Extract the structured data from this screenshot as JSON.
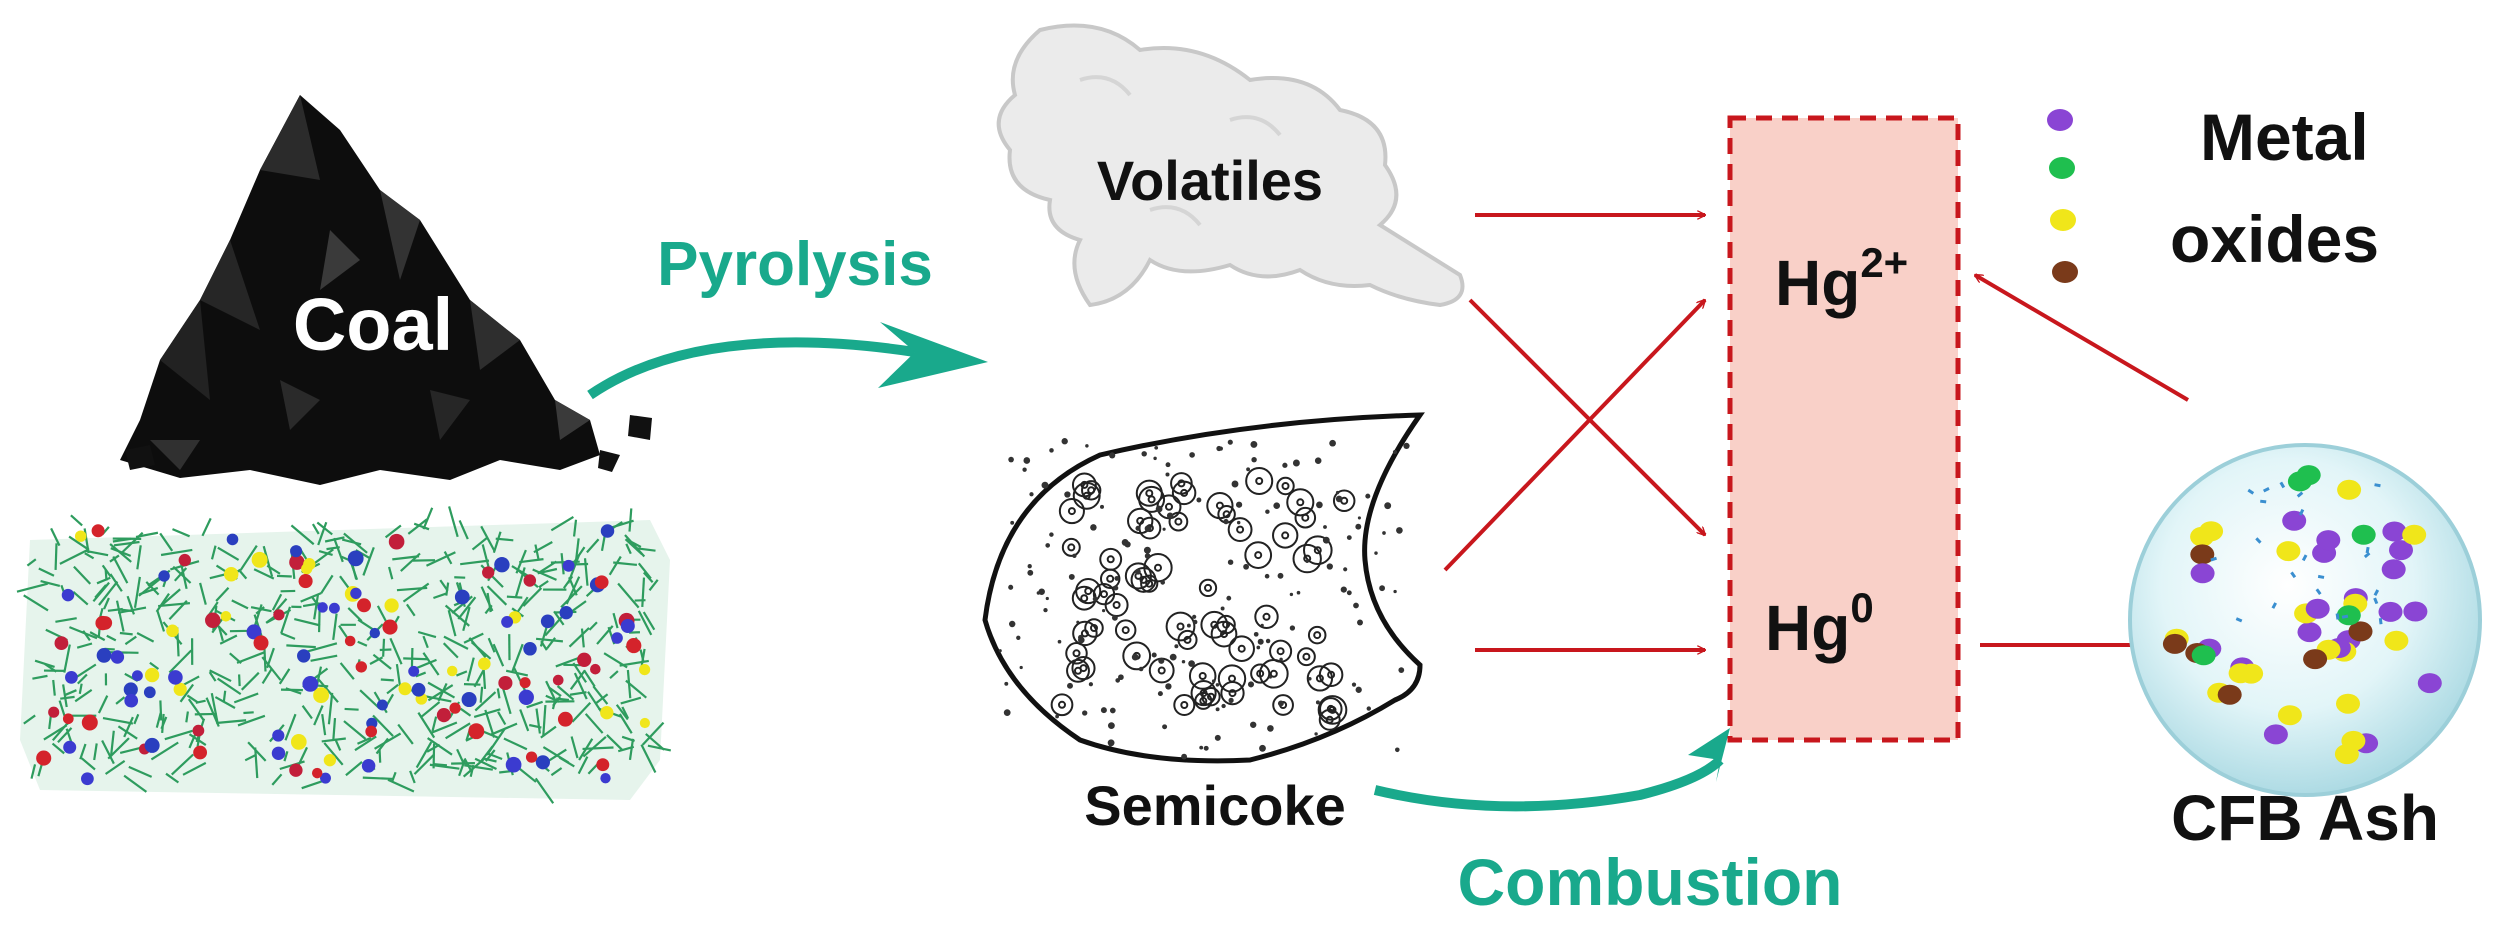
{
  "labels": {
    "coal": "Coal",
    "pyrolysis": "Pyrolysis",
    "volatiles": "Volatiles",
    "semicoke": "Semicoke",
    "combustion": "Combustion",
    "hg_oxidized_base": "Hg",
    "hg_oxidized_sup": "2+",
    "hg_elemental_base": "Hg",
    "hg_elemental_sup": "0",
    "legend_line1": "Metal",
    "legend_line2": "oxides",
    "ash": "CFB Ash"
  },
  "colors": {
    "process_teal": "#19a98c",
    "arrow_red": "#c8171d",
    "box_fill": "#f9d0c8",
    "box_border": "#c8171d",
    "coal_black": "#0d0d0d",
    "molecule_green": "#2e9c5e",
    "oxide_purple": "#8a45d4",
    "oxide_green": "#1fbf4f",
    "oxide_yellow": "#f0e61a",
    "oxide_brown": "#7a3a1a",
    "ash_sphere": "#d5f0f5"
  }
}
